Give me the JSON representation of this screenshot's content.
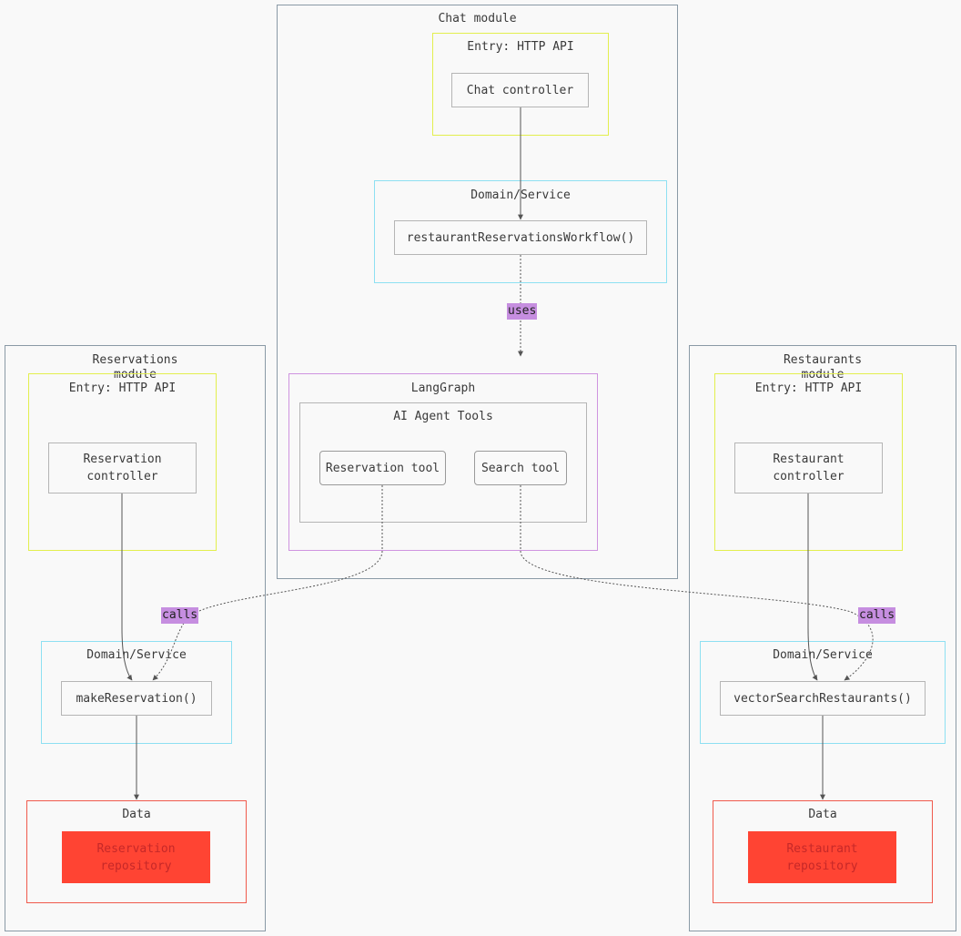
{
  "modules": {
    "chat": {
      "title": "Chat module",
      "entry": {
        "title": "Entry: HTTP API",
        "controller": "Chat controller"
      },
      "domain": {
        "title": "Domain/Service",
        "workflow": "restaurantReservationsWorkflow()"
      },
      "langgraph": {
        "title": "LangGraph",
        "tools": {
          "title": "AI Agent Tools",
          "reservation_tool": "Reservation tool",
          "search_tool": "Search tool"
        }
      }
    },
    "reservations": {
      "title": "Reservations\nmodule",
      "entry": {
        "title": "Entry: HTTP API",
        "controller": "Reservation\ncontroller"
      },
      "domain": {
        "title": "Domain/Service",
        "function": "makeReservation()"
      },
      "data": {
        "title": "Data",
        "repository": "Reservation\nrepository"
      }
    },
    "restaurants": {
      "title": "Restaurants\nmodule",
      "entry": {
        "title": "Entry: HTTP API",
        "controller": "Restaurant\ncontroller"
      },
      "domain": {
        "title": "Domain/Service",
        "function": "vectorSearchRestaurants()"
      },
      "data": {
        "title": "Data",
        "repository": "Restaurant\nrepository"
      }
    }
  },
  "edge_labels": {
    "uses": "uses",
    "calls_reservations": "calls",
    "calls_restaurants": "calls"
  },
  "colors": {
    "module_border": "#8a9aa6",
    "entry_border": "#e3ef4e",
    "domain_border": "#8ee0f2",
    "langgraph_border": "#cf94e0",
    "data_border": "#f05a4c",
    "repository_fill": "#ff4433",
    "edge_label_bg": "#c68ee0",
    "edge": "#555555"
  }
}
